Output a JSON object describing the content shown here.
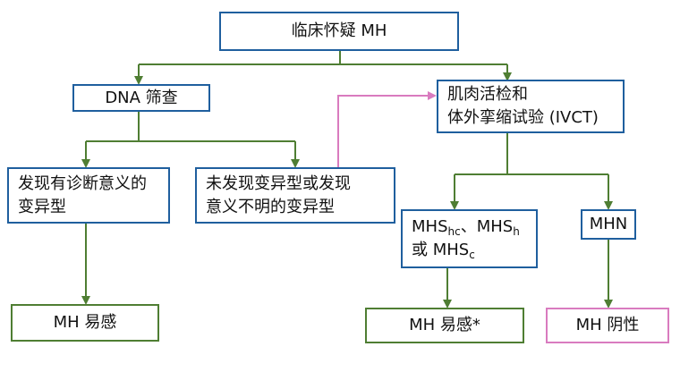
{
  "nodes": {
    "clinical_suspicion": "临床怀疑 MH",
    "dna_screening": "DNA 筛查",
    "biopsy_line1": "肌肉活检和",
    "biopsy_line2": "体外挛缩试验 (IVCT)",
    "diag_variant_line1": "发现有诊断意义的",
    "diag_variant_line2": "变异型",
    "no_variant_line1": "未发现变异型或发现",
    "no_variant_line2": "意义不明的变异型",
    "mhs": {
      "main1": "MHS",
      "sub1": "hc",
      "sep": "、MHS",
      "sub2": "h",
      "or_prefix": "或 MHS",
      "sub3": "c"
    },
    "mhn": "MHN",
    "mh_susceptible_1": "MH 易感",
    "mh_susceptible_2": "MH 易感*",
    "mh_negative": "MH 阴性"
  },
  "colors": {
    "box_blue": "#1f5f9e",
    "box_green": "#4f7e33",
    "box_pink": "#d97bbf",
    "arrow_green": "#4f7e33",
    "arrow_pink": "#d97bbf"
  }
}
